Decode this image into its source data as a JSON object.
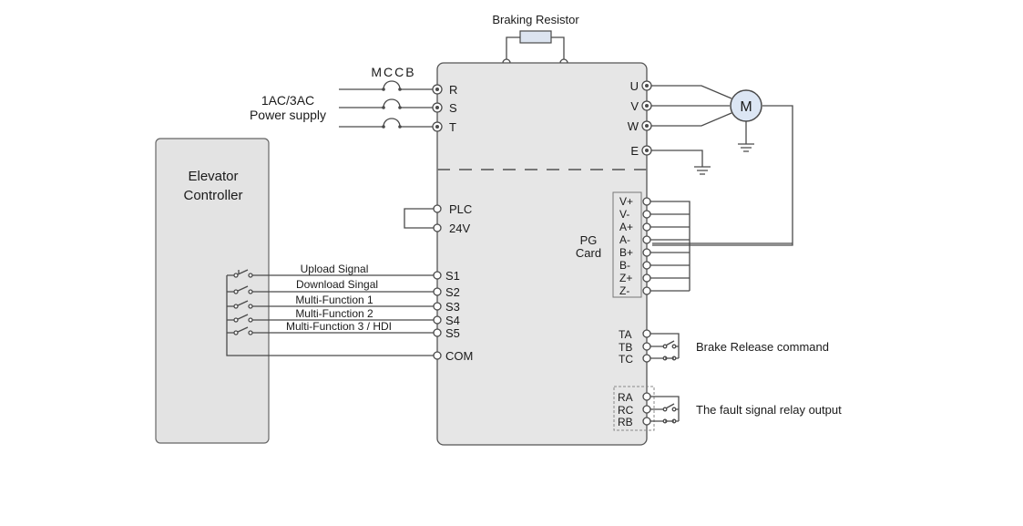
{
  "braking_resistor": "Braking Resistor",
  "mccb": "MCCB",
  "power_supply": [
    "1AC/3AC",
    "Power supply"
  ],
  "input_terminals": [
    "R",
    "S",
    "T"
  ],
  "output_terminals": [
    "U",
    "V",
    "W",
    "E"
  ],
  "motor": "M",
  "controller": [
    "Elevator",
    "Controller"
  ],
  "plc_terminals": [
    "PLC",
    "24V"
  ],
  "pg_card": [
    "PG",
    "Card"
  ],
  "pg_terminals": [
    "V+",
    "V-",
    "A+",
    "A-",
    "B+",
    "B-",
    "Z+",
    "Z-"
  ],
  "signals": [
    "Upload Signal",
    "Download Singal",
    "Multi-Function 1",
    "Multi-Function 2",
    "Multi-Function 3 / HDI"
  ],
  "input_s_terminals": [
    "S1",
    "S2",
    "S3",
    "S4",
    "S5"
  ],
  "com": "COM",
  "brake_terminals": [
    "TA",
    "TB",
    "TC"
  ],
  "brake_label": "Brake Release command",
  "fault_terminals": [
    "RA",
    "RC",
    "RB"
  ],
  "fault_label": "The fault signal relay output"
}
